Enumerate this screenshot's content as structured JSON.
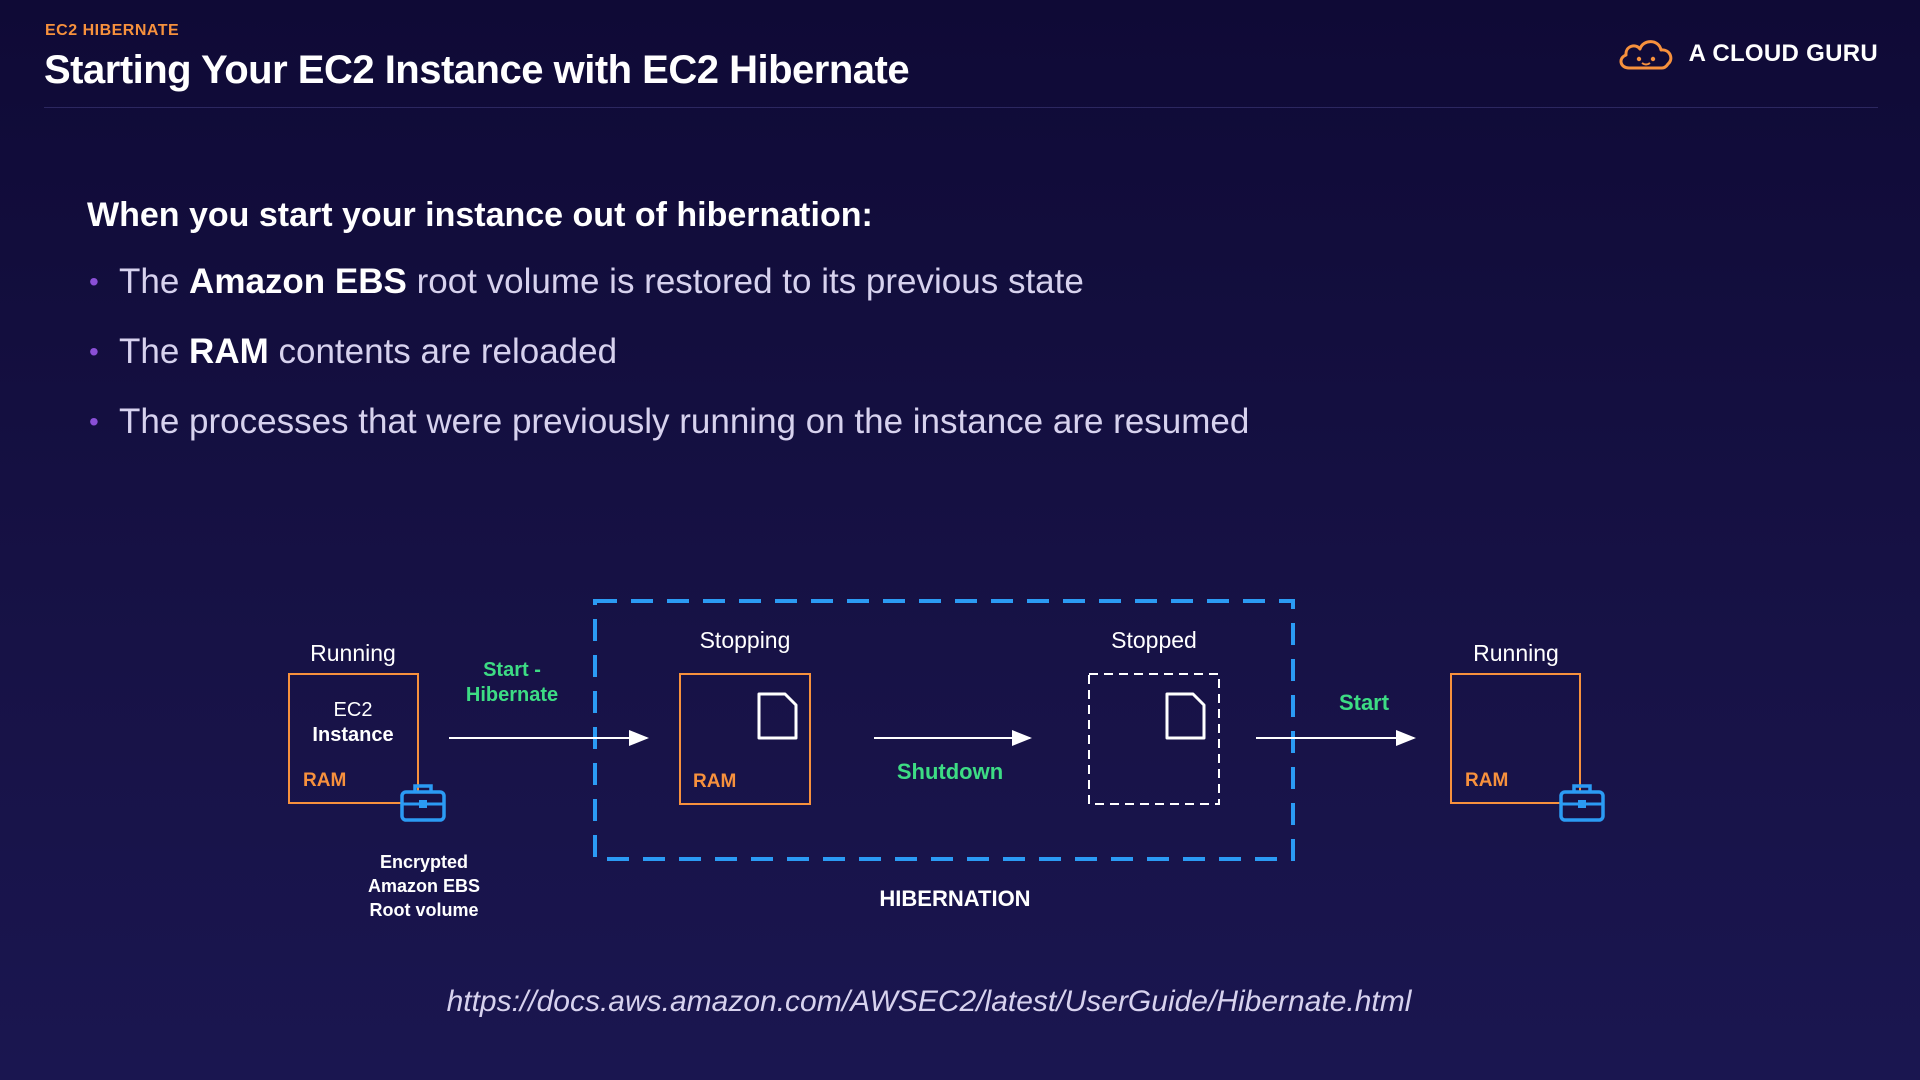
{
  "header": {
    "kicker": "EC2 HIBERNATE",
    "title": "Starting Your EC2 Instance with EC2 Hibernate",
    "brand": "A CLOUD GURU"
  },
  "content": {
    "intro": "When you start your instance out of hibernation:",
    "bullets": [
      {
        "pre": "The ",
        "bold": "Amazon EBS",
        "post": " root volume is restored to its previous state"
      },
      {
        "pre": "The ",
        "bold": "RAM",
        "post": " contents are reloaded"
      },
      {
        "pre": "",
        "bold": "",
        "post": "The processes that were previously running on the instance are resumed"
      }
    ]
  },
  "diagram": {
    "running_left_label": "Running",
    "ec2_line1": "EC2",
    "ec2_line2": "Instance",
    "ram_label": "RAM",
    "start_hibernate_line1": "Start -",
    "start_hibernate_line2": "Hibernate",
    "stopping_label": "Stopping",
    "shutdown_label": "Shutdown",
    "stopped_label": "Stopped",
    "start_label": "Start",
    "running_right_label": "Running",
    "ebs_line1": "Encrypted",
    "ebs_line2": "Amazon EBS",
    "ebs_line3": "Root volume",
    "hibernation_label": "HIBERNATION"
  },
  "footer": {
    "url": "https://docs.aws.amazon.com/AWSEC2/latest/UserGuide/Hibernate.html"
  },
  "colors": {
    "accent_orange": "#f7913d",
    "accent_green": "#3ddc84",
    "accent_blue": "#2b9bf4",
    "bullet_purple": "#8a4fd6"
  }
}
